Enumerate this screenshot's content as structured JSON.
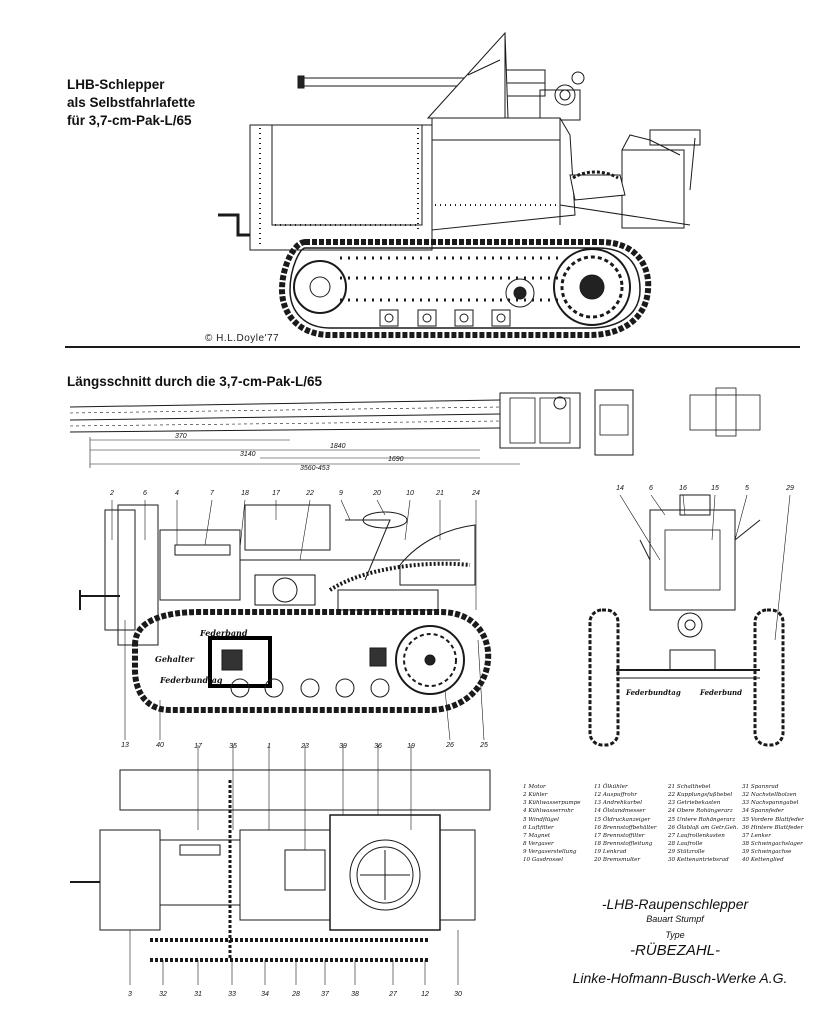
{
  "titles": {
    "vehicle_line1": "LHB-Schlepper",
    "vehicle_line2": "als Selbstfahrlafette",
    "vehicle_line3": "für 3,7-cm-Pak-L/65",
    "section": "Längsschnitt durch die 3,7-cm-Pak-L/65"
  },
  "credit": "© H.L.Doyle'77",
  "gun_dimensions": [
    "370",
    "1840",
    "3140",
    "1690",
    "3560-453"
  ],
  "callouts": {
    "side_top": [
      "2",
      "6",
      "4",
      "7",
      "18",
      "17",
      "22",
      "9",
      "20",
      "10",
      "21",
      "24"
    ],
    "side_bottom": [
      "13",
      "40",
      "26",
      "25"
    ],
    "front_top": [
      "14",
      "6",
      "16",
      "15",
      "5",
      "29"
    ],
    "plan_top": [
      "17",
      "35",
      "1",
      "23",
      "39",
      "36",
      "19"
    ],
    "plan_bottom": [
      "3",
      "32",
      "31",
      "33",
      "34",
      "28",
      "37",
      "38",
      "27",
      "12",
      "30"
    ]
  },
  "stamp_labels": [
    "Federband",
    "Gehalter",
    "Federbundtag"
  ],
  "front_labels": [
    "Federbundtag",
    "Federbund"
  ],
  "legend": {
    "col1": [
      "1 Motor",
      "2 Kühler",
      "3 Kühlwasserpumpe",
      "4 Kühlwasserrohr",
      "5 Windflügel",
      "6 Luftfilter",
      "7 Magnet",
      "8 Vergaser",
      "9 Vergaserstellung",
      "10 Gasdrossel"
    ],
    "col2": [
      "11 Ölkühler",
      "12 Auspuffrohr",
      "13 Andrehkurbel",
      "14 Ölstandmesser",
      "15 Öldruckanzeiger",
      "16 Brennstoffbehälter",
      "17 Brennstoffilter",
      "18 Brennstoffleitung",
      "19 Lenkrad",
      "20 Bremsmulter"
    ],
    "col3": [
      "21 Schalthebel",
      "22 Kupplungsfußhebel",
      "23 Getriebekasten",
      "24 Obere Rohängerarz",
      "25 Untere Rohängerarz",
      "26 Ölablaß am Getr.Geh.",
      "27 Laufrollenkasten",
      "28 Laufrolle",
      "29 Stützrolle",
      "30 Kettenantriebsrad"
    ],
    "col4": [
      "31 Spannrad",
      "32 Nachstellbolzen",
      "33 Nachspanngabel",
      "34 Spannfeder",
      "35 Vordere Blattfeder",
      "36 Hintere Blattfeder",
      "37 Lenker",
      "38 Schwingachslager",
      "39 Schwingachse",
      "40 Kettenglied"
    ]
  },
  "manufacturer": {
    "line1": "-LHB-Raupenschlepper",
    "line2": "Bauart Stumpf",
    "line3": "Type",
    "line4": "-RÜBEZAHL-",
    "line5": "Linke-Hofmann-Busch-Werke A.G."
  }
}
